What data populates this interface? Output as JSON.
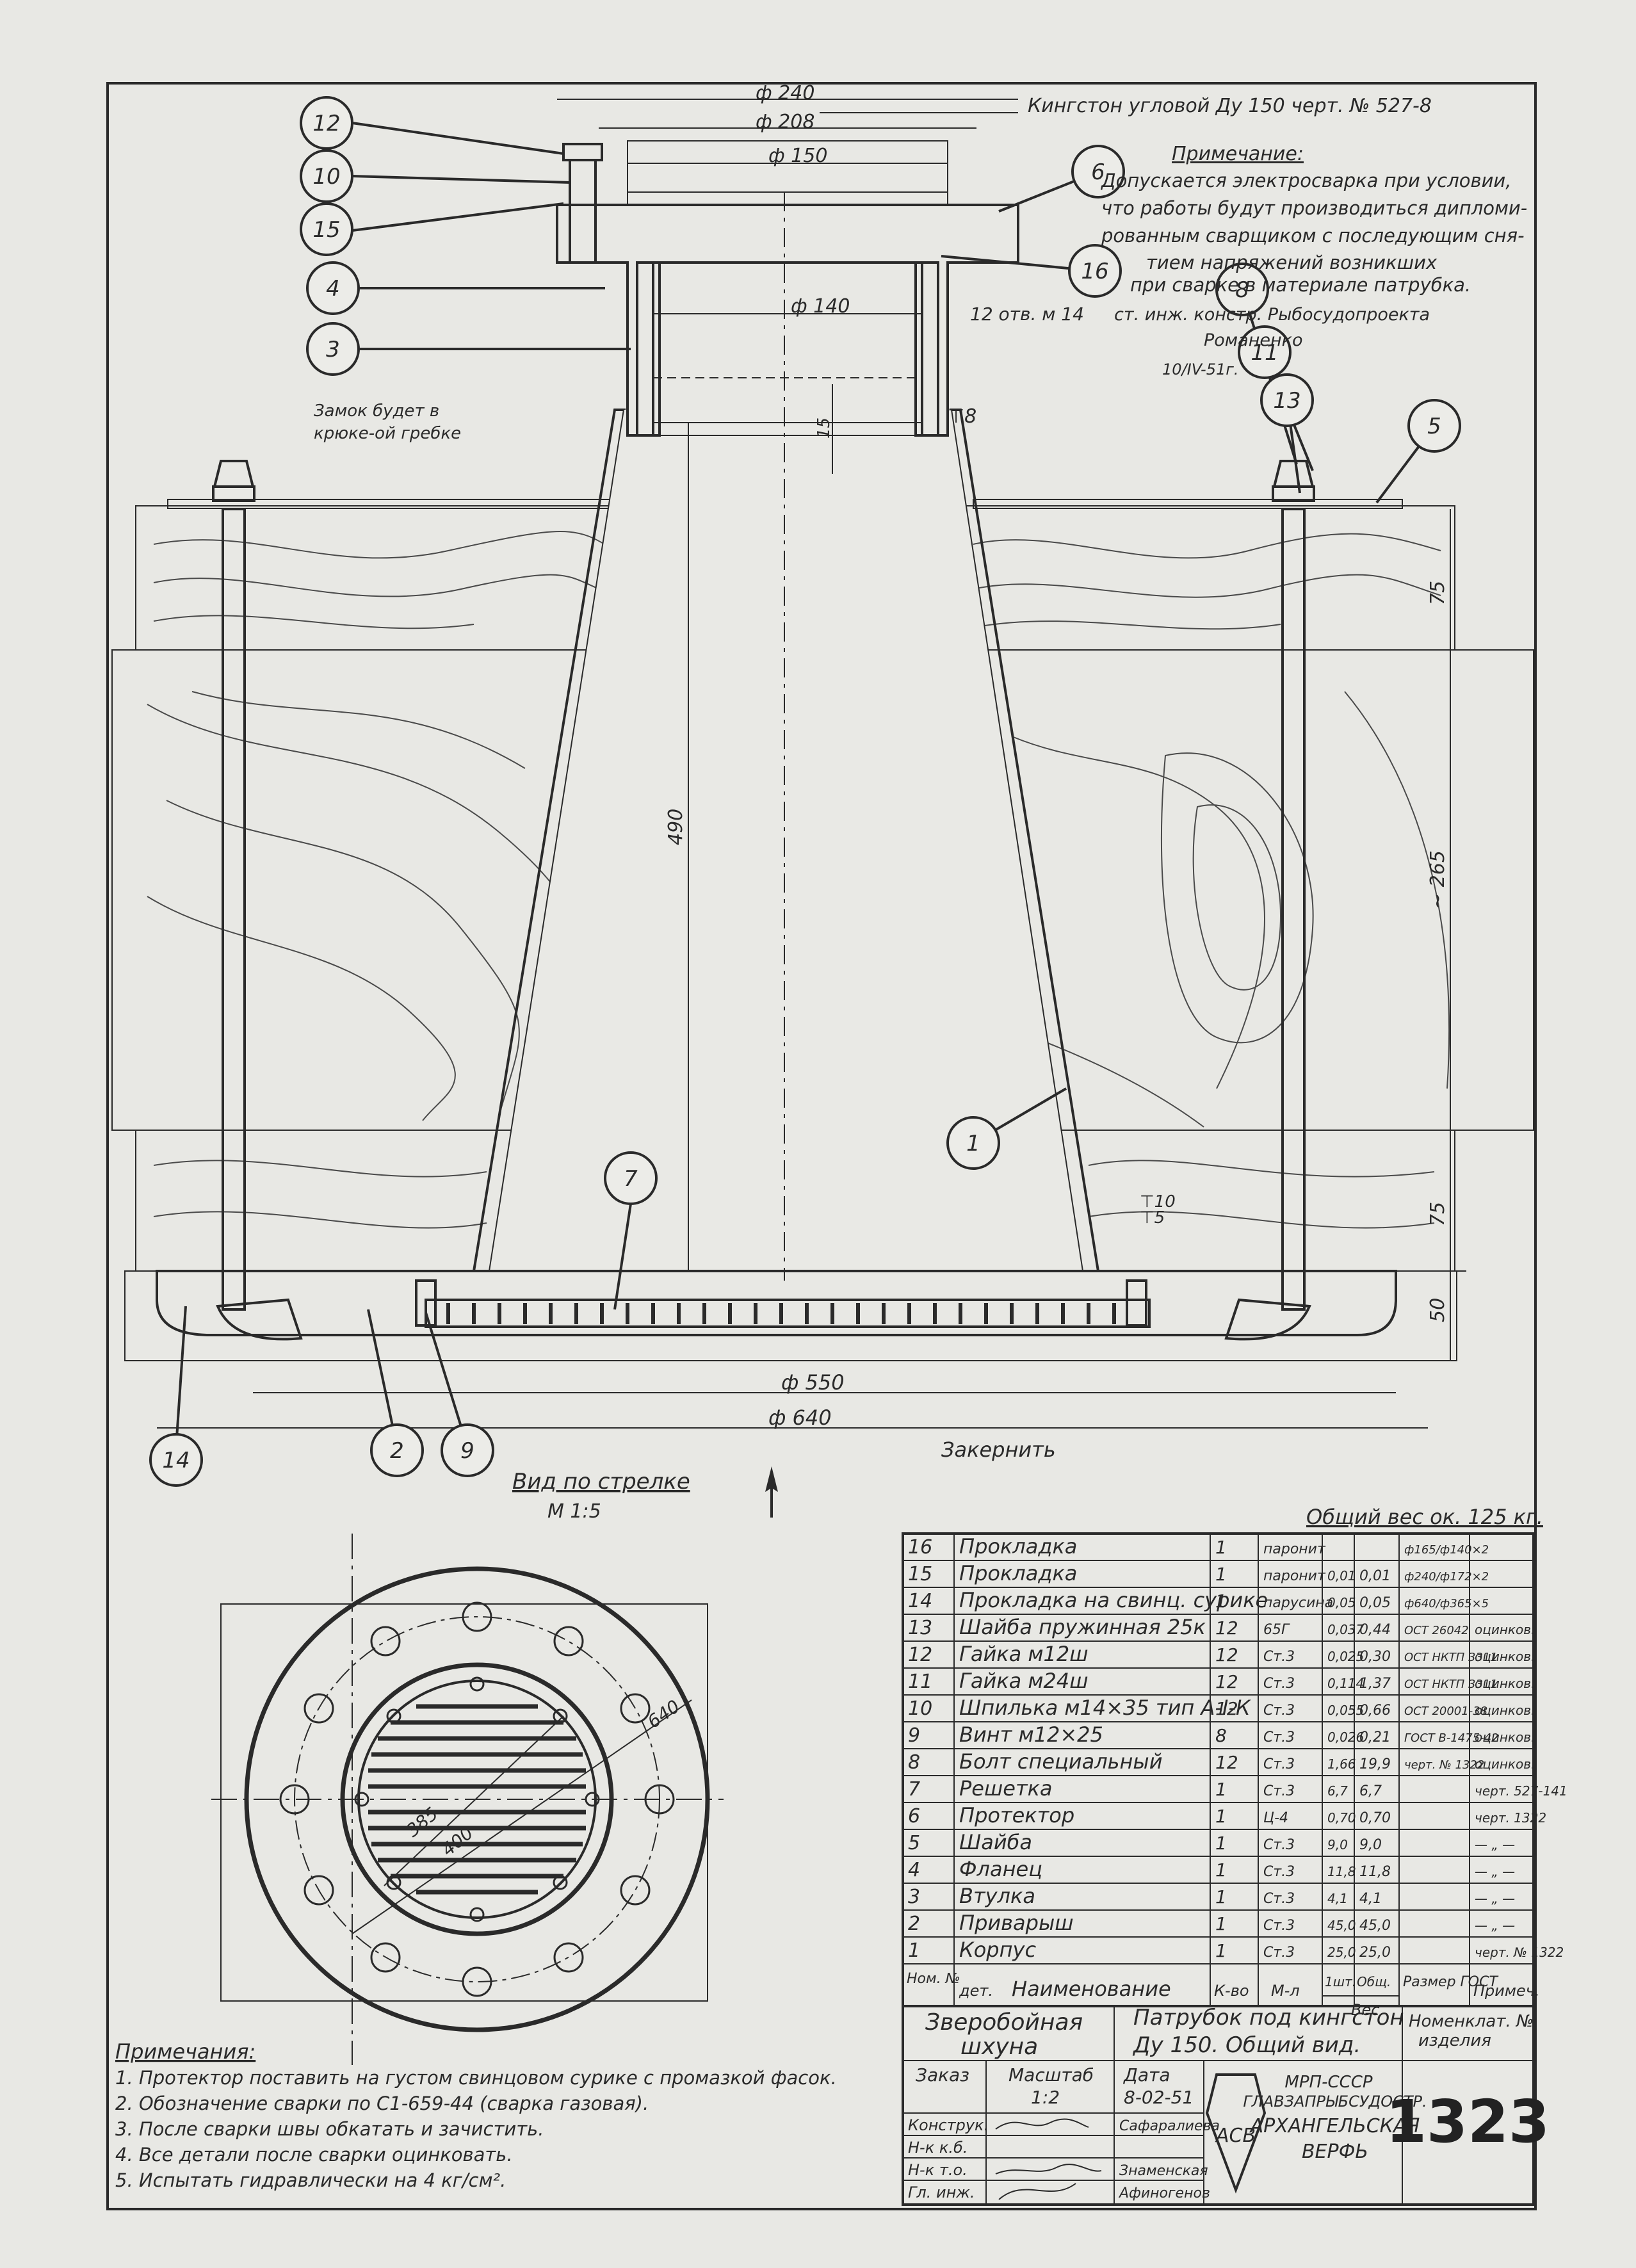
{
  "drawing": {
    "header_label": "Кингстон угловой Ду 150 черт. № 527-8",
    "dims": {
      "d240": "ф 240",
      "d208": "ф 208",
      "d150": "ф 150",
      "d140": "ф 140",
      "holes": "12 отв. м 14",
      "h490": "490",
      "h15": "15",
      "h75a": "75",
      "h265": "~ 265",
      "h75b": "75",
      "h50": "50",
      "d550": "ф 550",
      "d640": "ф 640"
    },
    "weld_marks": [
      "⊤8",
      "⊤10",
      "⊤5"
    ],
    "side_note": [
      "Замок будет в",
      "крюке-ой гребке"
    ],
    "zakernit": "Закернить",
    "balloons": [
      "12",
      "10",
      "15",
      "4",
      "3",
      "6",
      "16",
      "8",
      "11",
      "13",
      "5",
      "1",
      "7",
      "14",
      "2",
      "9"
    ]
  },
  "note": {
    "title": "Примечание:",
    "lines": [
      "Допускается электросварка при условии,",
      "что работы будут производиться дипломи-",
      "рованным сварщиком с последующим сня-",
      "тием напряжений возникших",
      "при сварке в материале патрубка.",
      "ст. инж. констр. Рыбосудопроекта",
      "Романенко",
      "10/IV-51г."
    ]
  },
  "view": {
    "title": "Вид по стрелке",
    "scale": "М 1:5",
    "dims": [
      "640",
      "385",
      "400"
    ]
  },
  "weight": "Общий вес ок. 125 кг.",
  "bom": {
    "rows": [
      {
        "no": "16",
        "name": "Прокладка",
        "qty": "1",
        "mat": "паронит",
        "w1": "",
        "w2": "",
        "std": "ф165/ф140×2",
        "note": ""
      },
      {
        "no": "15",
        "name": "Прокладка",
        "qty": "1",
        "mat": "паронит",
        "w1": "0,01",
        "w2": "0,01",
        "std": "ф240/ф172×2",
        "note": ""
      },
      {
        "no": "14",
        "name": "Прокладка на свинц. сурике",
        "qty": "1",
        "mat": "парусина",
        "w1": "0,05",
        "w2": "0,05",
        "std": "ф640/ф365×5",
        "note": ""
      },
      {
        "no": "13",
        "name": "Шайба пружинная 25к",
        "qty": "12",
        "mat": "65Г",
        "w1": "0,037",
        "w2": "0,44",
        "std": "ОСТ 26042",
        "note": "оцинков."
      },
      {
        "no": "12",
        "name": "Гайка м12ш",
        "qty": "12",
        "mat": "Ст.3",
        "w1": "0,025",
        "w2": "0,30",
        "std": "ОСТ НКТП 3311",
        "note": "оцинков."
      },
      {
        "no": "11",
        "name": "Гайка м24ш",
        "qty": "12",
        "mat": "Ст.3",
        "w1": "0,114",
        "w2": "1,37",
        "std": "ОСТ НКТП 3311",
        "note": "оцинков."
      },
      {
        "no": "10",
        "name": "Шпилька м14×35 тип А-I-К",
        "qty": "12",
        "mat": "Ст.3",
        "w1": "0,055",
        "w2": "0,66",
        "std": "ОСТ 20001-38",
        "note": "оцинков."
      },
      {
        "no": "9",
        "name": "Винт м12×25",
        "qty": "8",
        "mat": "Ст.3",
        "w1": "0,026",
        "w2": "0,21",
        "std": "ГОСТ В-1475-42",
        "note": "оцинков."
      },
      {
        "no": "8",
        "name": "Болт специальный",
        "qty": "12",
        "mat": "Ст.3",
        "w1": "1,66",
        "w2": "19,9",
        "std": "черт. № 1322",
        "note": "оцинков."
      },
      {
        "no": "7",
        "name": "Решетка",
        "qty": "1",
        "mat": "Ст.3",
        "w1": "6,7",
        "w2": "6,7",
        "std": "",
        "note": "черт. 527-141"
      },
      {
        "no": "6",
        "name": "Протектор",
        "qty": "1",
        "mat": "Ц-4",
        "w1": "0,70",
        "w2": "0,70",
        "std": "",
        "note": "черт. 1322"
      },
      {
        "no": "5",
        "name": "Шайба",
        "qty": "1",
        "mat": "Ст.3",
        "w1": "9,0",
        "w2": "9,0",
        "std": "",
        "note": "— „ —"
      },
      {
        "no": "4",
        "name": "Фланец",
        "qty": "1",
        "mat": "Ст.3",
        "w1": "11,8",
        "w2": "11,8",
        "std": "",
        "note": "— „ —"
      },
      {
        "no": "3",
        "name": "Втулка",
        "qty": "1",
        "mat": "Ст.3",
        "w1": "4,1",
        "w2": "4,1",
        "std": "",
        "note": "— „ —"
      },
      {
        "no": "2",
        "name": "Приварыш",
        "qty": "1",
        "mat": "Ст.3",
        "w1": "45,0",
        "w2": "45,0",
        "std": "",
        "note": "— „ —"
      },
      {
        "no": "1",
        "name": "Корпус",
        "qty": "1",
        "mat": "Ст.3",
        "w1": "25,0",
        "w2": "25,0",
        "std": "",
        "note": "черт. № 1322"
      }
    ],
    "head": {
      "no": "Ном. №",
      "det": "дет.",
      "name": "Наименование",
      "qty": "К-во",
      "mat": "М-л",
      "w1": "1шт.",
      "w2": "Общ.",
      "w": "Вес",
      "std": "Размер ГОСТ",
      "note": "Примеч."
    }
  },
  "title_block": {
    "vessel": [
      "Зверобойная",
      "шхуна"
    ],
    "part": [
      "Патрубок под кингстон",
      "Ду 150. Общий вид."
    ],
    "nomen": [
      "Номенклат. №",
      "изделия"
    ],
    "zakaz": "Заказ",
    "masshtab": "Масштаб",
    "scale": "1:2",
    "data_label": "Дата",
    "date": "8-02-51",
    "roles": [
      "Конструк.",
      "Н-к к.б.",
      "Н-к т.о.",
      "Гл. инж."
    ],
    "names": [
      "Сафаралиева",
      "",
      "Знаменская",
      "Афиногенов"
    ],
    "org": [
      "МРП-СССР",
      "ГЛАВЗАПРЫБСУДОСТР.",
      "АРХАНГЕЛЬСКАЯ",
      "ВЕРФЬ"
    ],
    "logo": "АСВ",
    "number": "1323"
  },
  "notes": {
    "title": "Примечания:",
    "lines": [
      "1. Протектор поставить на густом свинцовом сурике с промазкой фасок.",
      "2. Обозначение сварки по С1-659-44 (сварка газовая).",
      "3. После сварки швы обкатать и зачистить.",
      "4. Все детали после сварки оцинковать.",
      "5. Испытать гидравлически на 4 кг/см²."
    ]
  }
}
